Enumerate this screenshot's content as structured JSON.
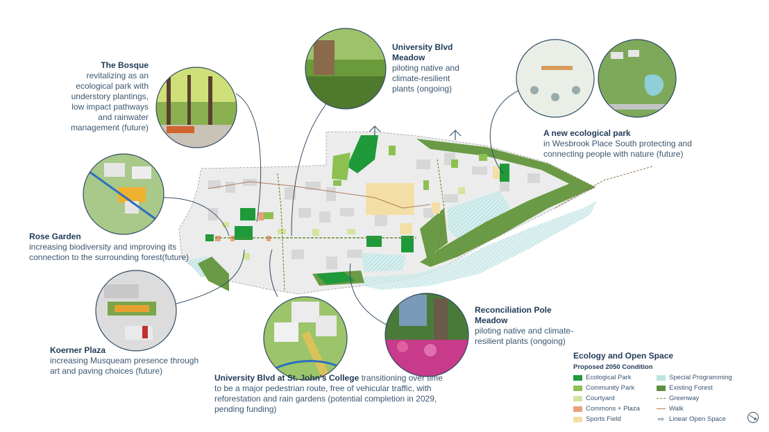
{
  "callouts": {
    "bosque": {
      "title": "The Bosque",
      "body": "revitalizing as an ecological park with understory plantings, low impact pathways and rainwater management (future)"
    },
    "meadow": {
      "title": "University Blvd Meadow",
      "body": "piloting native and climate-resilient plants (ongoing)"
    },
    "ecopark": {
      "title": "A new ecological park",
      "body": "in Wesbrook Place South protecting and connecting people with nature (future)"
    },
    "rose": {
      "title": "Rose Garden",
      "body": "increasing biodiversity and improving its connection to the surrounding forest(future)"
    },
    "koerner": {
      "title": "Koerner Plaza",
      "body": "increasing Musqueam presence through art and paving choices (future)"
    },
    "stjohns": {
      "title": "University Blvd at St. John's College",
      "body": "transitioning over time to be a major pedestrian route, free of vehicular traffic, with reforestation and rain gardens (potential completion in 2029, pending funding)"
    },
    "pole": {
      "title": "Reconciliation Pole Meadow",
      "body": "piloting native and climate-resilient plants (ongoing)"
    }
  },
  "legend": {
    "title": "Ecology and Open Space",
    "subtitle": "Proposed 2050 Condition",
    "items": [
      {
        "label": "Ecological Park",
        "kind": "swatch",
        "color": "#1e9a3a"
      },
      {
        "label": "Special Programming",
        "kind": "swatch",
        "color": "#bfe3e3"
      },
      {
        "label": "Community Park",
        "kind": "swatch",
        "color": "#8cc152"
      },
      {
        "label": "Existing Forest",
        "kind": "swatch",
        "color": "#5e8f3e"
      },
      {
        "label": "Courtyard",
        "kind": "swatch",
        "color": "#d3e4a0"
      },
      {
        "label": "Greenway",
        "kind": "dash",
        "color": "#6b8a3a"
      },
      {
        "label": "Commons + Plaza",
        "kind": "swatch",
        "color": "#e9a07a"
      },
      {
        "label": "Walk",
        "kind": "line",
        "color": "#b07b5a"
      },
      {
        "label": "Sports Field",
        "kind": "swatch",
        "color": "#f3dfa6"
      },
      {
        "label": "Linear Open Space",
        "kind": "arrow",
        "color": "#3a5670"
      }
    ]
  },
  "icons": {
    "north": "north-arrow-icon"
  }
}
